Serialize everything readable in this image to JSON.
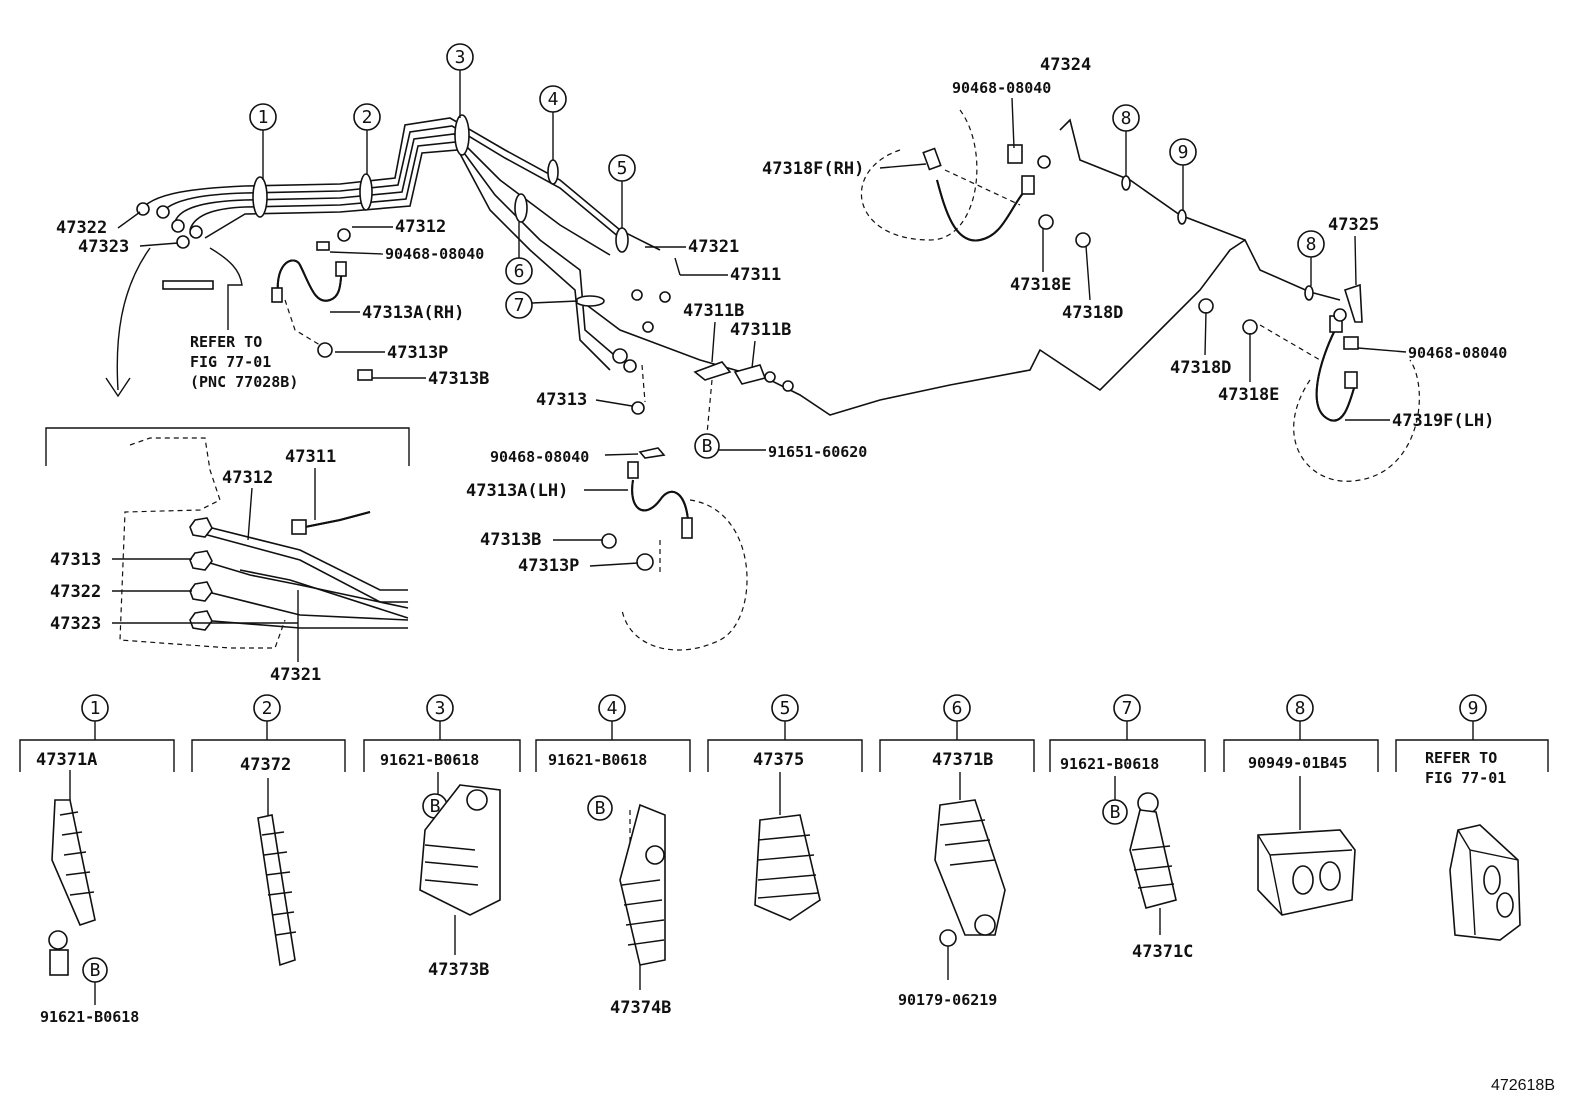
{
  "callouts": [
    "1",
    "2",
    "3",
    "4",
    "5",
    "6",
    "7",
    "8",
    "9"
  ],
  "labels": {
    "p47322": "47322",
    "p47323": "47323",
    "p47312": "47312",
    "p90468a": "90468-08040",
    "p47313a_rh": "47313A(RH)",
    "p47313p": "47313P",
    "p47313b": "47313B",
    "refer1": "REFER TO",
    "refer2": "FIG 77-01",
    "refer3": "(PNC 77028B)",
    "p47321": "47321",
    "p47311": "47311",
    "p47311b_1": "47311B",
    "p47311b_2": "47311B",
    "p47313": "47313",
    "p90468b": "90468-08040",
    "p91651": "91651-60620",
    "p47313a_lh": "47313A(LH)",
    "p47313b_2": "47313B",
    "p47313p_2": "47313P",
    "p47324": "47324",
    "p90468c": "90468-08040",
    "p47318f_rh": "47318F(RH)",
    "p47318e": "47318E",
    "p47318d": "47318D",
    "p47318d_2": "47318D",
    "p47318e_2": "47318E",
    "p47325": "47325",
    "p90468d": "90468-08040",
    "p47319f_lh": "47319F(LH)",
    "b_symbol": "B"
  },
  "detail": {
    "p47311": "47311",
    "p47312": "47312",
    "p47313": "47313",
    "p47322": "47322",
    "p47323": "47323",
    "p47321": "47321"
  },
  "clamps": [
    {
      "num": "1",
      "part": "47371A",
      "sub": "91621-B0618"
    },
    {
      "num": "2",
      "part": "47372",
      "sub": ""
    },
    {
      "num": "3",
      "part": "91621-B0618",
      "sub": "47373B"
    },
    {
      "num": "4",
      "part": "91621-B0618",
      "sub": "47374B"
    },
    {
      "num": "5",
      "part": "47375",
      "sub": ""
    },
    {
      "num": "6",
      "part": "47371B",
      "sub": "90179-06219"
    },
    {
      "num": "7",
      "part": "91621-B0618",
      "sub": "47371C"
    },
    {
      "num": "8",
      "part": "90949-01B45",
      "sub": ""
    },
    {
      "num": "9",
      "part": "REFER TO",
      "sub": "FIG 77-01"
    }
  ],
  "figure_id": "472618B"
}
